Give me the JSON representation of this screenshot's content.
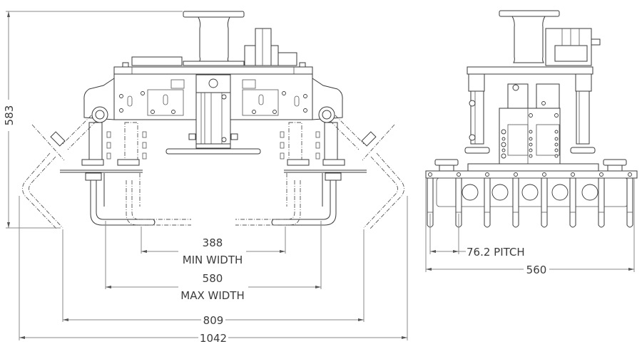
{
  "drawing": {
    "type": "engineering-drawing",
    "views": [
      "front-view",
      "side-view"
    ],
    "line_color": "#3a3a3a",
    "dimension_color": "#8a8a8a",
    "background": "#ffffff"
  },
  "dimensions": {
    "height": {
      "value": "583"
    },
    "min_width": {
      "value": "388",
      "label": "MIN WIDTH"
    },
    "max_width": {
      "value": "580",
      "label": "MAX WIDTH"
    },
    "width_809": {
      "value": "809"
    },
    "overall_width": {
      "value": "1042"
    },
    "pitch": {
      "value": "76.2 PITCH"
    },
    "side_width": {
      "value": "560"
    }
  },
  "side_view": {
    "finger_count": 8,
    "cup_count": 5
  }
}
